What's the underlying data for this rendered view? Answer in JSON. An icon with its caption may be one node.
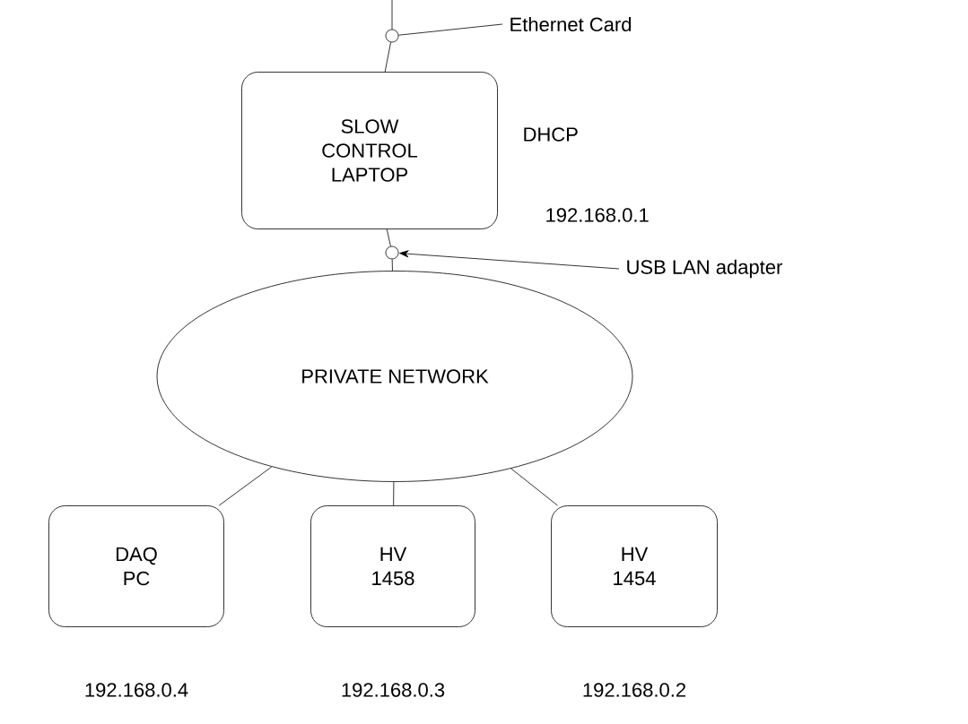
{
  "diagram": {
    "nodes": [
      {
        "text": [],
        "shape": "circle"
      },
      {
        "text": [
          "Ethernet Card"
        ]
      },
      {
        "text": [
          "SLOW CONTROL LAPTOP"
        ],
        "beside": [
          "DHCP",
          "192.168.0.1"
        ]
      },
      {
        "text": [],
        "shape": "circle"
      },
      {
        "text": [
          "USB LAN adapter"
        ]
      },
      {
        "text": [
          "PRIVATE NETWORK"
        ]
      },
      {
        "text": [
          "DAQ PC"
        ],
        "beside": [
          "192.168.0.4"
        ]
      },
      {
        "text": [
          "HV 1458"
        ],
        "beside": [
          "192.168.0.3"
        ]
      },
      {
        "text": [
          "HV 1454"
        ],
        "beside": [
          "192.168.0.2"
        ]
      }
    ],
    "edges": [
      {
        "from": null,
        "to": 0,
        "arrow": "none"
      },
      {
        "from": 0,
        "to": 2,
        "arrow": "none"
      },
      {
        "from": 1,
        "to": 0,
        "arrow": "none"
      },
      {
        "from": 2,
        "to": 3,
        "arrow": "none"
      },
      {
        "from": 4,
        "to": 3,
        "arrow": "to"
      },
      {
        "from": 3,
        "to": 5,
        "arrow": "none"
      },
      {
        "from": 5,
        "to": 6,
        "arrow": "none"
      },
      {
        "from": 5,
        "to": 7,
        "arrow": "none"
      },
      {
        "from": 5,
        "to": 8,
        "arrow": "none"
      }
    ]
  }
}
